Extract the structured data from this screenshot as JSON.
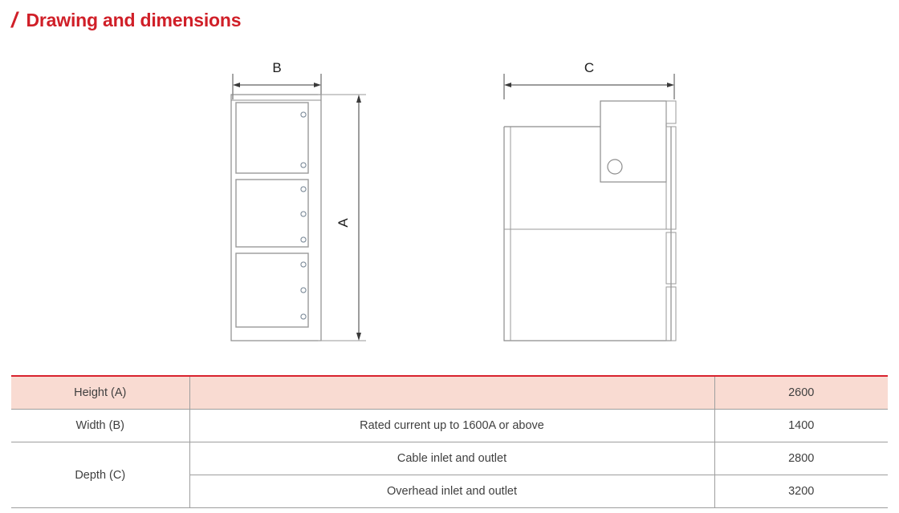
{
  "heading": {
    "slash": "/",
    "title": "Drawing and dimensions",
    "accent_color": "#d01f28"
  },
  "drawing": {
    "front_view": {
      "name": "front-view",
      "width_dimension_label": "B",
      "height_dimension_label": "A",
      "panel_count": 3,
      "panels": [
        {
          "handle_count": 2
        },
        {
          "handle_count": 3
        },
        {
          "handle_count": 3
        }
      ]
    },
    "side_view": {
      "name": "side-view",
      "depth_dimension_label": "C",
      "has_door_circle": true
    },
    "line_color": "#8c8c8c",
    "dimension_line_color": "#3a3a3a"
  },
  "table": {
    "header_fill": "#f9dbd2",
    "top_border_color": "#d8222e",
    "rows": [
      {
        "label": "Height (A)",
        "description": "",
        "value": "2600",
        "highlight": true
      },
      {
        "label": "Width (B)",
        "description": "Rated current up to 1600A or above",
        "value": "1400",
        "highlight": false
      },
      {
        "label": "Depth (C)",
        "description": "Cable inlet and outlet",
        "value": "2800",
        "highlight": false
      },
      {
        "label": "",
        "description": "Overhead inlet and outlet",
        "value": "3200",
        "highlight": false
      }
    ]
  }
}
